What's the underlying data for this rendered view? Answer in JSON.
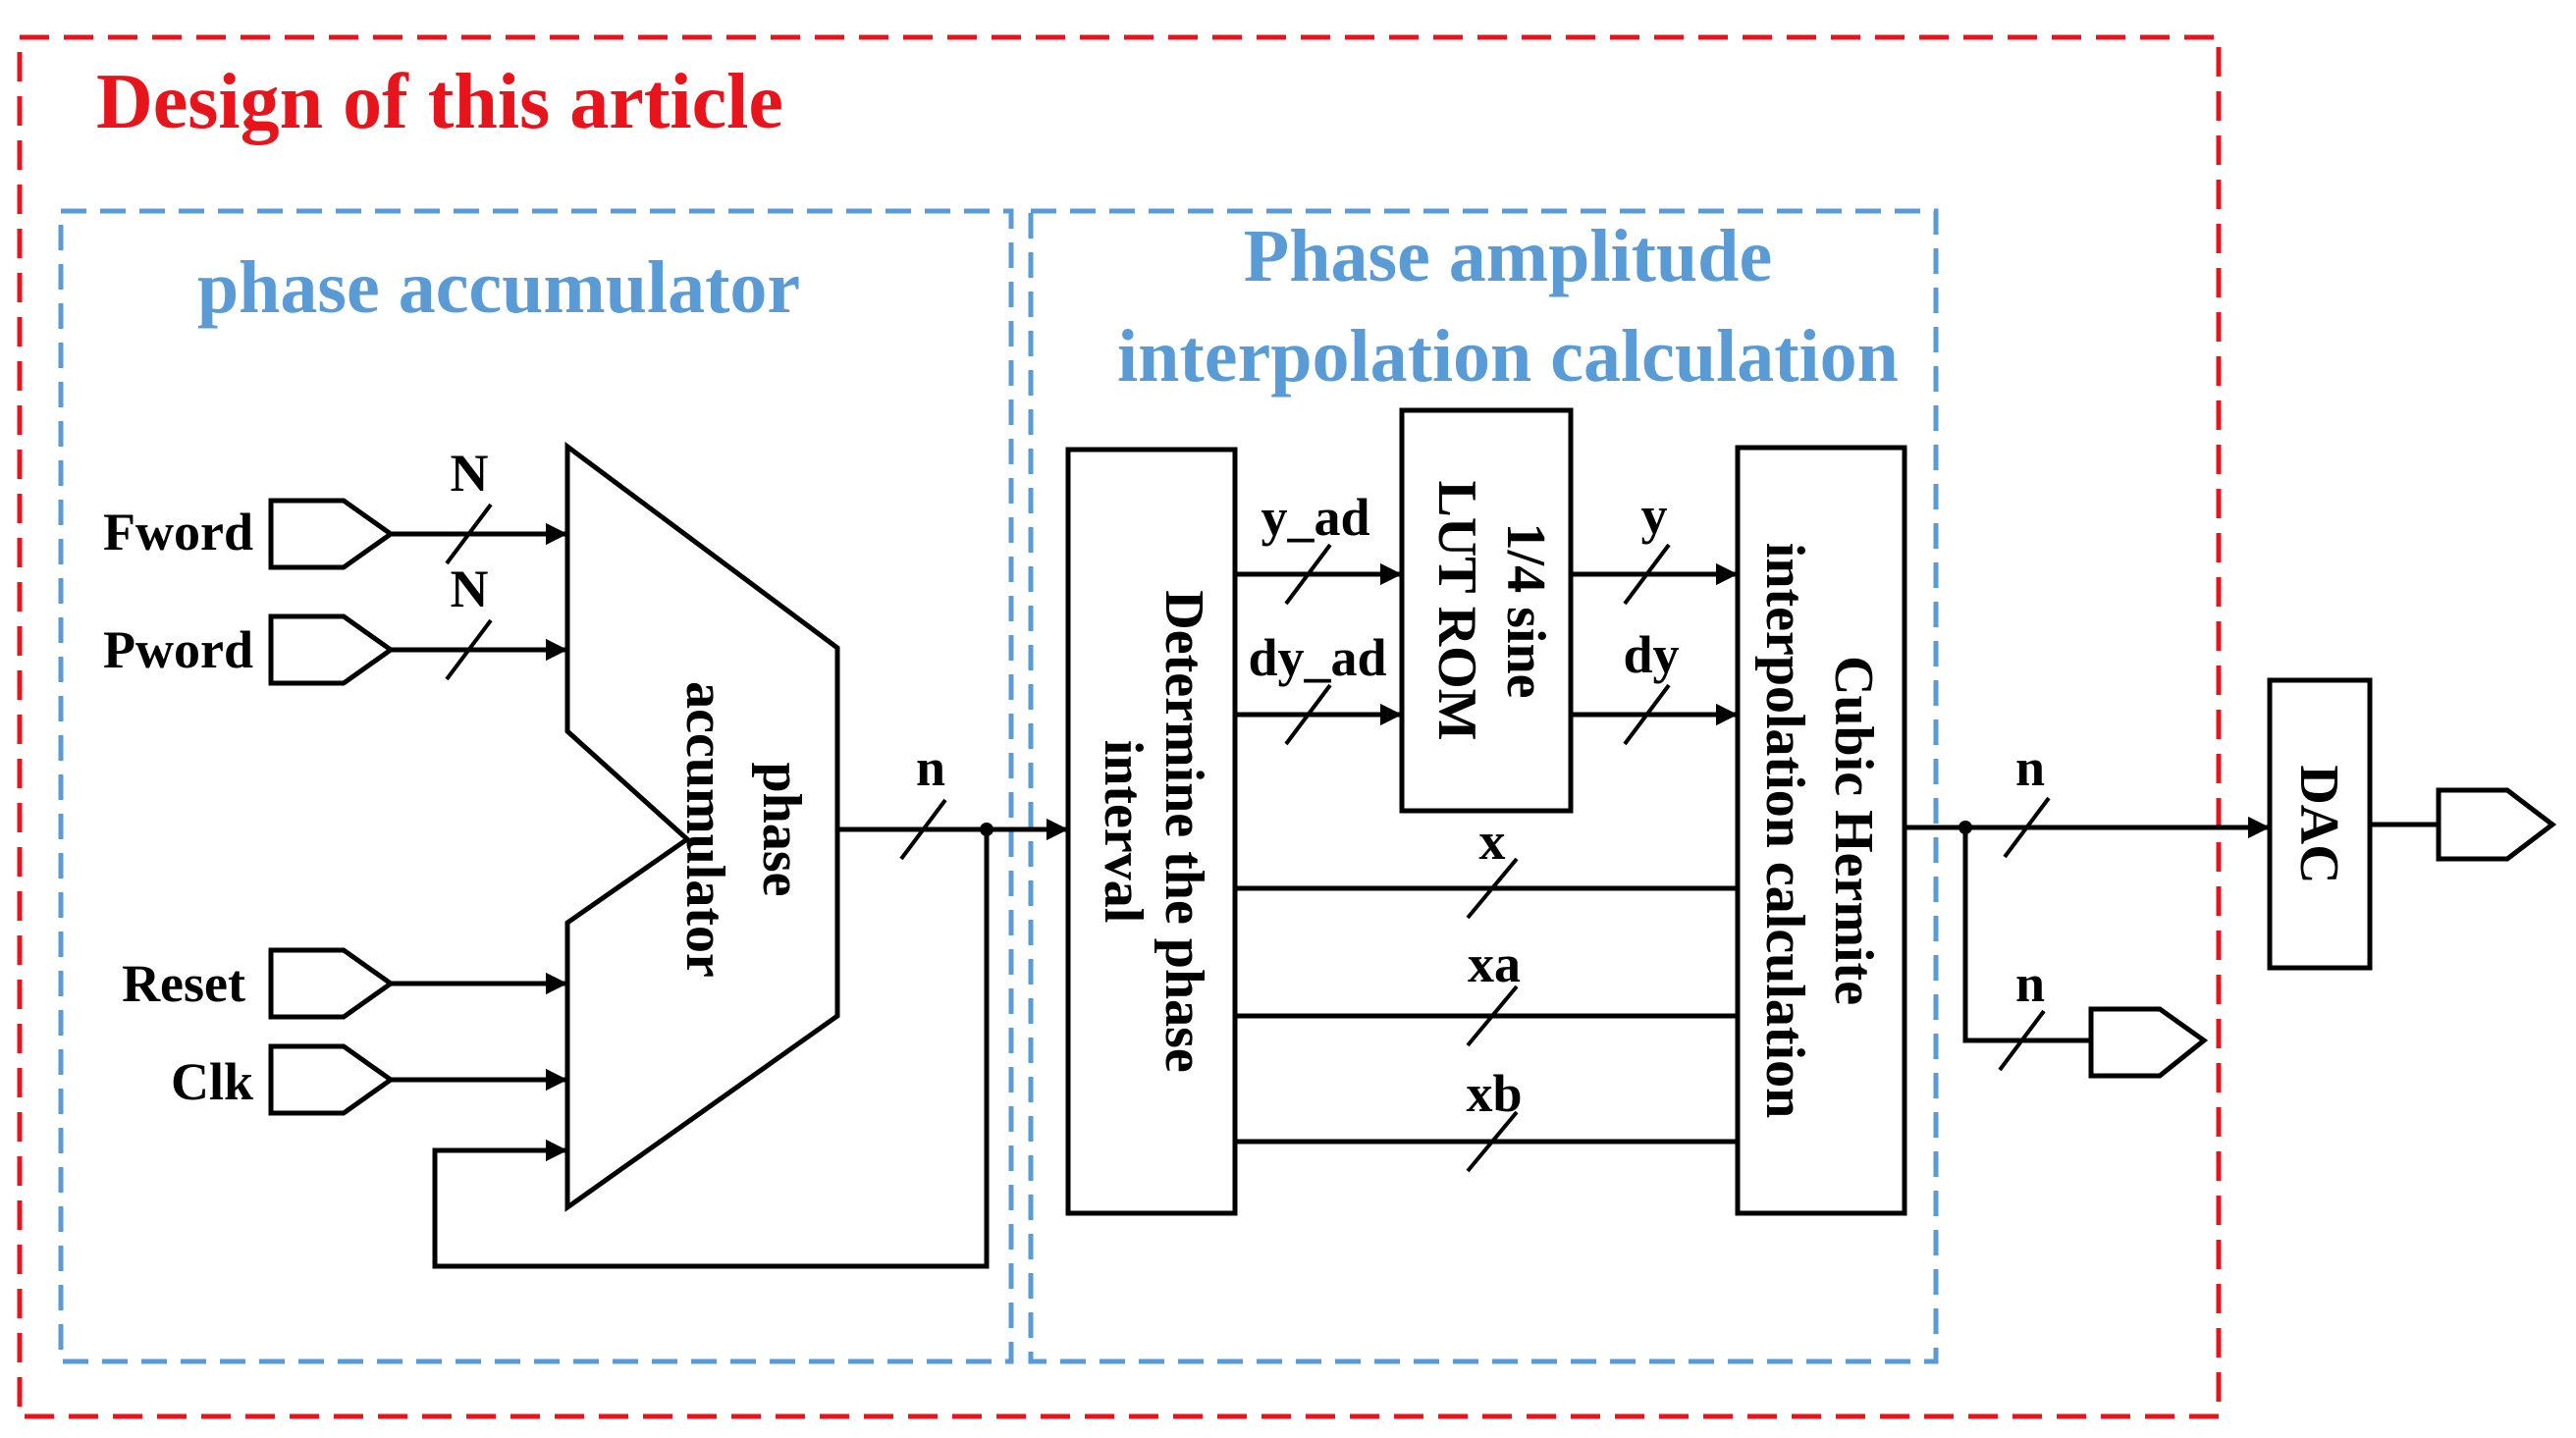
{
  "outer": {
    "title": "Design of this article",
    "color": "#e8141b"
  },
  "sections": {
    "phase_accumulator": {
      "title": "phase accumulator",
      "color": "#5b9bd5"
    },
    "phase_amplitude": {
      "title_line1": "Phase amplitude",
      "title_line2": "interpolation calculation",
      "color": "#5b9bd5"
    }
  },
  "inputs": {
    "fword": "Fword",
    "pword": "Pword",
    "reset": "Reset",
    "clk": "Clk"
  },
  "bus_labels": {
    "fword_width": "N",
    "pword_width": "N",
    "acc_out": "n",
    "y_ad": "y_ad",
    "dy_ad": "dy_ad",
    "y": "y",
    "dy": "dy",
    "x": "x",
    "xa": "xa",
    "xb": "xb",
    "out_main": "n",
    "out_branch": "n"
  },
  "blocks": {
    "accumulator_line1": "phase",
    "accumulator_line2": "accumulator",
    "determine_line1": "Determine the phase",
    "determine_line2": "interval",
    "rom_line1": "1/4 sine",
    "rom_line2": "LUT ROM",
    "hermite_line1": "Cubic Hermite",
    "hermite_line2": "interpolation calculation",
    "dac": "DAC"
  }
}
